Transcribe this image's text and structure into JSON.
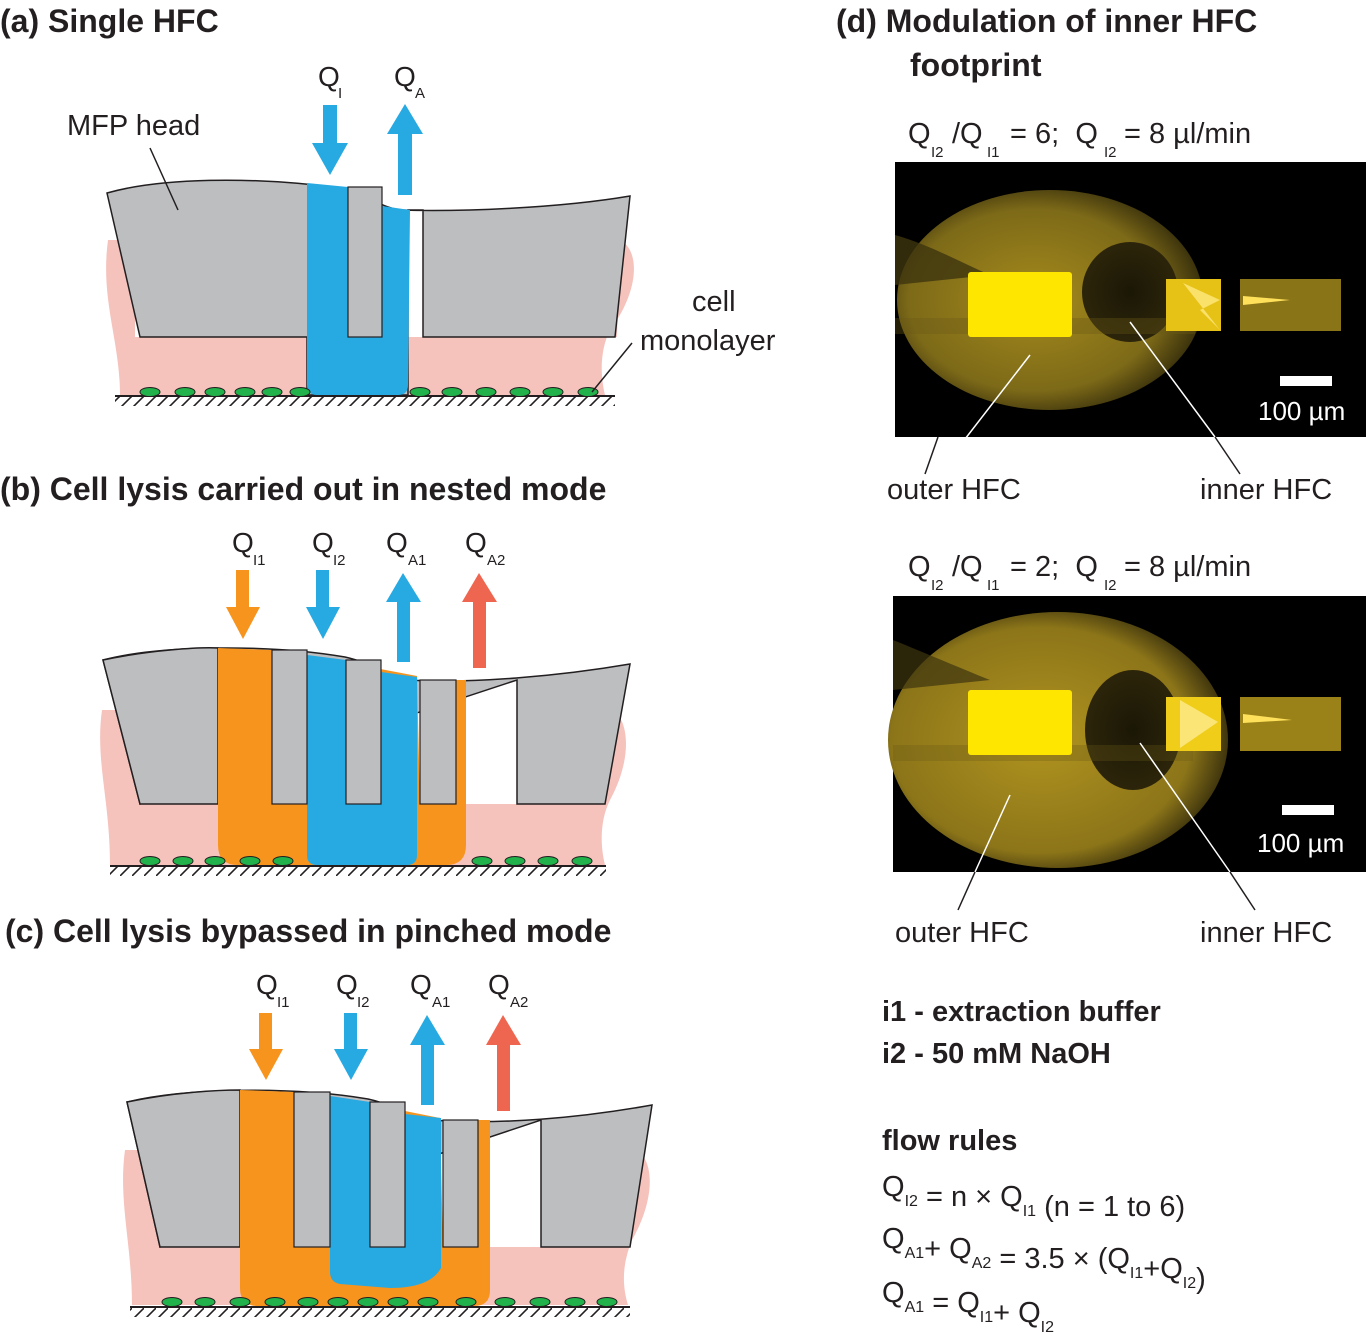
{
  "panels": {
    "a": {
      "title": "(a)  Single HFC",
      "head_label": "MFP head",
      "cell_label_1": "cell",
      "cell_label_2": "monolayer"
    },
    "b": {
      "title": "(b)  Cell lysis carried out in nested mode"
    },
    "c": {
      "title": "(c)  Cell lysis bypassed in pinched mode"
    },
    "d": {
      "title_1": "(d)  Modulation of inner HFC",
      "title_2": "footprint"
    }
  },
  "flow_labels": {
    "a": [
      {
        "q": "Q",
        "sub": "I"
      },
      {
        "q": "Q",
        "sub": "A"
      }
    ],
    "b": [
      {
        "q": "Q",
        "sub": "I1"
      },
      {
        "q": "Q",
        "sub": "I2"
      },
      {
        "q": "Q",
        "sub": "A1"
      },
      {
        "q": "Q",
        "sub": "A2"
      }
    ],
    "c": [
      {
        "q": "Q",
        "sub": "I1"
      },
      {
        "q": "Q",
        "sub": "I2"
      },
      {
        "q": "Q",
        "sub": "A1"
      },
      {
        "q": "Q",
        "sub": "A2"
      }
    ]
  },
  "micrographs": [
    {
      "cond_a": "Q",
      "cond_a_sub": "I2",
      "cond_b": "/Q",
      "cond_b_sub": "I1",
      "cond_c": " = 6;  Q",
      "cond_c_sub": "I2",
      "cond_d": "= 8 µl/min",
      "scale": "100 µm",
      "outer_label": "outer HFC",
      "inner_label": "inner HFC"
    },
    {
      "cond_a": "Q",
      "cond_a_sub": "I2",
      "cond_b": "/Q",
      "cond_b_sub": "I1",
      "cond_c": " = 2;  Q",
      "cond_c_sub": "I2",
      "cond_d": "= 8 µl/min",
      "scale": "100 µm",
      "outer_label": "outer HFC",
      "inner_label": "inner HFC"
    }
  ],
  "legend": {
    "line1": "i1 - extraction buffer",
    "line2": "i2 - 50 mM NaOH",
    "rules_title": "flow rules",
    "rule1": [
      {
        "t": "Q"
      },
      {
        "s": "I2"
      },
      {
        "t": " = n × Q"
      },
      {
        "s": "I1"
      },
      {
        "t": " (n = 1 to 6)"
      }
    ],
    "rule2": [
      {
        "t": "Q"
      },
      {
        "s": "A1"
      },
      {
        "t": "+ Q"
      },
      {
        "s": "A2"
      },
      {
        "t": " = 3.5 × (Q"
      },
      {
        "s": "I1"
      },
      {
        "t": "+Q"
      },
      {
        "s": "I2"
      },
      {
        "t": ")"
      }
    ],
    "rule3": [
      {
        "t": "Q"
      },
      {
        "s": "A1"
      },
      {
        "t": " = Q"
      },
      {
        "s": "I1"
      },
      {
        "t": "+ Q"
      },
      {
        "s": "I2"
      }
    ]
  },
  "colors": {
    "head": "#bcbec0",
    "liquid": "#f5c2bc",
    "inner_flow": "#27a9e1",
    "outer_flow": "#f7941d",
    "aspiration_outer": "#ef6650",
    "cells": "#21b24b",
    "micrograph_bg": "#000000",
    "fluorescence": "#ffe600"
  }
}
